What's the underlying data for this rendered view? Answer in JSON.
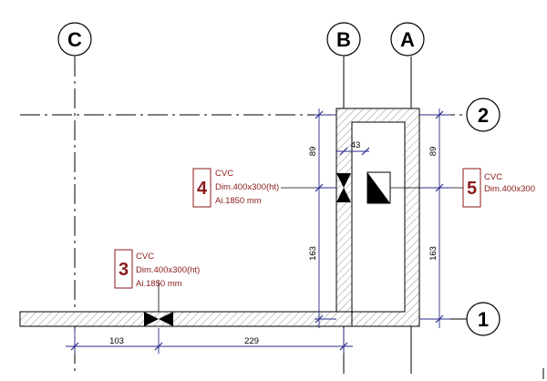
{
  "grid": {
    "C": "C",
    "B": "B",
    "A": "A",
    "row2": "2",
    "row1": "1"
  },
  "tags": [
    {
      "number": "4",
      "line1": "CVC",
      "line2": "Dim.400x300(ht)",
      "line3": "Ai.1850 mm"
    },
    {
      "number": "5",
      "line1": "CVC",
      "line2": "Dim.400x300",
      "line3": ""
    },
    {
      "number": "3",
      "line1": "CVC",
      "line2": "Dim.400x300(ht)",
      "line3": "Ai.1850 mm"
    }
  ],
  "dimensions": {
    "d43": "43",
    "d89_left": "89",
    "d163_left": "163",
    "d89_right": "89",
    "d163_right": "163",
    "d103": "103",
    "d229": "229"
  }
}
